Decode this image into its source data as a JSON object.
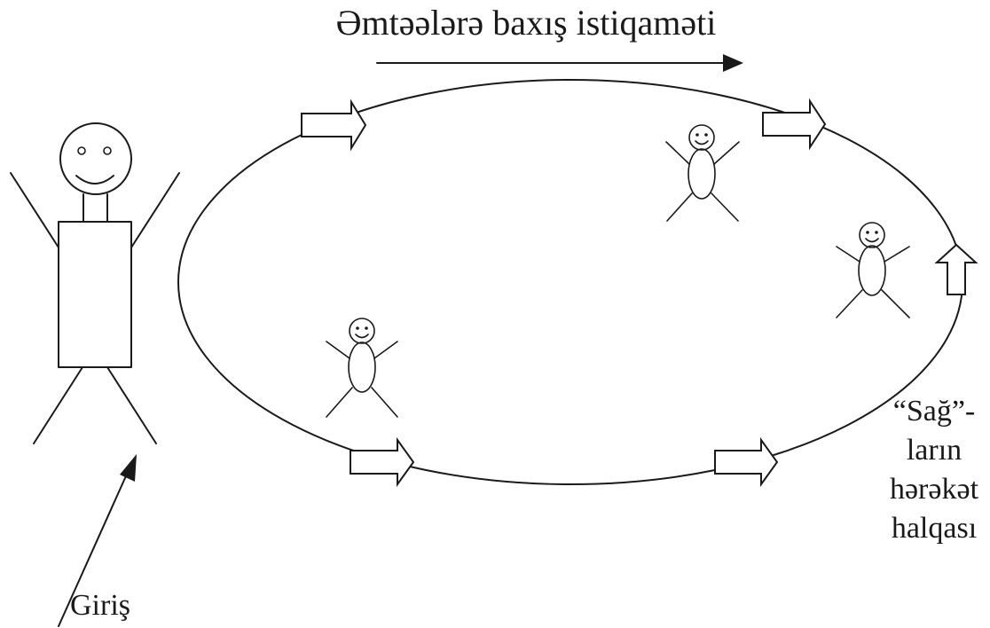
{
  "title": "Əmtəələrə baxış istiqaməti",
  "ring_label": {
    "line1": "“Sağ”-",
    "line2": "ların",
    "line3": "hərəkət",
    "line4": "halqası"
  },
  "entry_label": "Giriş",
  "colors": {
    "ink": "#1a1a1a",
    "background": "#ffffff"
  }
}
